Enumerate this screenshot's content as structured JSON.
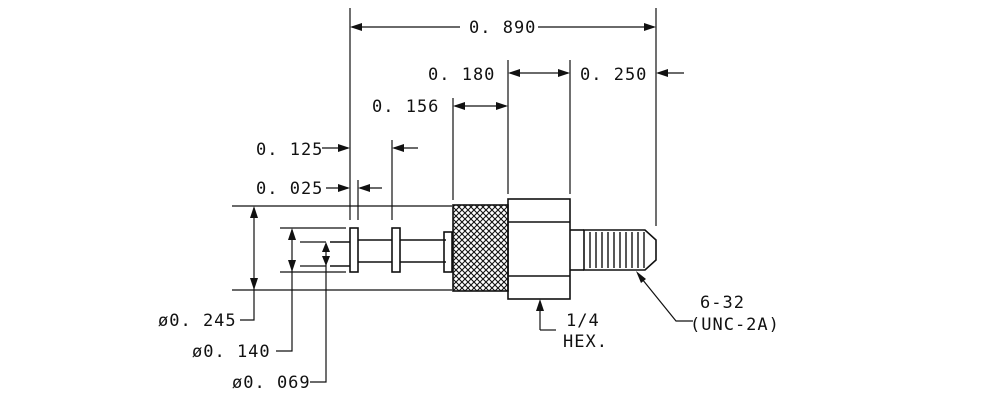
{
  "dimensions": {
    "overall_length": "0. 890",
    "hex_length": "0. 180",
    "thread_length": "0. 250",
    "shank_length": "0. 156",
    "groove_position": "0. 125",
    "groove_width": "0. 025",
    "dia_body": "ø0. 245",
    "dia_groove": "ø0. 140",
    "dia_tip": "ø0. 069"
  },
  "notes": {
    "hex_line1": "1/4",
    "hex_line2": "HEX.",
    "thread_line1": "6-32",
    "thread_line2": "(UNC-2A)"
  }
}
